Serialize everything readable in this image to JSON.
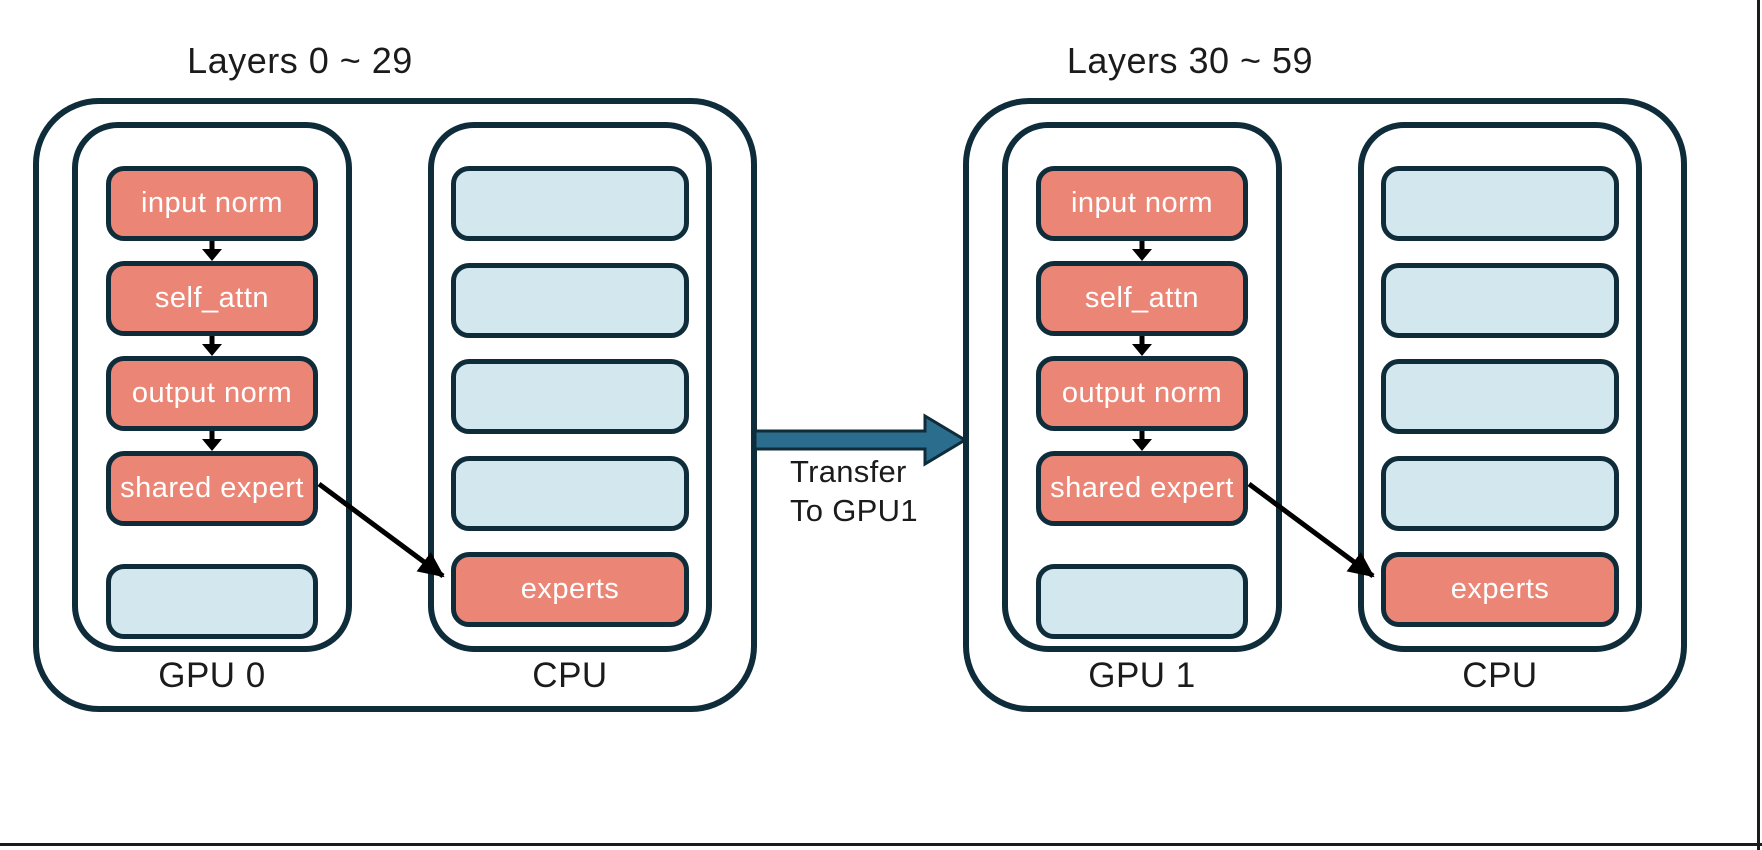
{
  "groups": [
    {
      "title": "Layers 0 ~ 29",
      "gpu": {
        "label": "GPU 0",
        "boxes": [
          {
            "label": "input norm",
            "filled": true
          },
          {
            "label": "self_attn",
            "filled": true
          },
          {
            "label": "output norm",
            "filled": true
          },
          {
            "label": "shared expert",
            "filled": true
          },
          {
            "label": "",
            "filled": false
          }
        ]
      },
      "cpu": {
        "label": "CPU",
        "boxes": [
          {
            "label": "",
            "filled": false
          },
          {
            "label": "",
            "filled": false
          },
          {
            "label": "",
            "filled": false
          },
          {
            "label": "",
            "filled": false
          },
          {
            "label": "experts",
            "filled": true
          }
        ]
      }
    },
    {
      "title": "Layers 30 ~ 59",
      "gpu": {
        "label": "GPU 1",
        "boxes": [
          {
            "label": "input norm",
            "filled": true
          },
          {
            "label": "self_attn",
            "filled": true
          },
          {
            "label": "output norm",
            "filled": true
          },
          {
            "label": "shared expert",
            "filled": true
          },
          {
            "label": "",
            "filled": false
          }
        ]
      },
      "cpu": {
        "label": "CPU",
        "boxes": [
          {
            "label": "",
            "filled": false
          },
          {
            "label": "",
            "filled": false
          },
          {
            "label": "",
            "filled": false
          },
          {
            "label": "",
            "filled": false
          },
          {
            "label": "experts",
            "filled": true
          }
        ]
      }
    }
  ],
  "transfer": {
    "line1": "Transfer",
    "line2": "To GPU1"
  },
  "colors": {
    "module_fill": "#EB8677",
    "slot_fill": "#D2E7EE",
    "outline": "#0F2C3A",
    "transfer_fill": "#2B6D8C",
    "flow_arrow": "#000000",
    "module_text": "#FFFFFF",
    "label_text": "#1B1B1B"
  }
}
